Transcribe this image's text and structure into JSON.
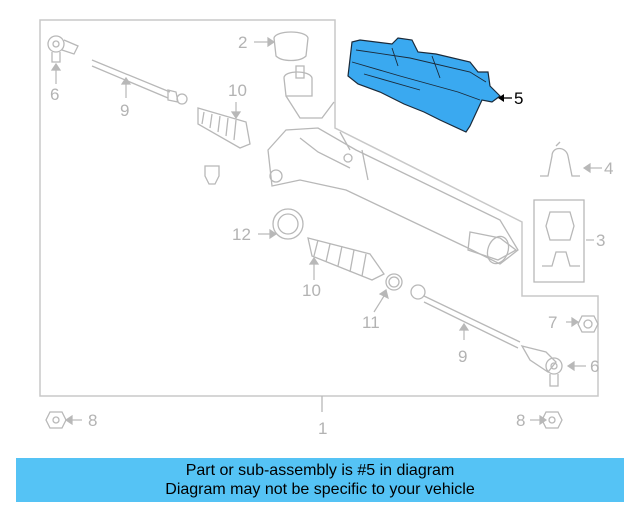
{
  "callouts": {
    "c1": "1",
    "c2": "2",
    "c3": "3",
    "c4": "4",
    "c5": "5",
    "c6a": "6",
    "c6b": "6",
    "c7": "7",
    "c8a": "8",
    "c8b": "8",
    "c9a": "9",
    "c9b": "9",
    "c10a": "10",
    "c10b": "10",
    "c11": "11",
    "c12": "12"
  },
  "highlighted_part": "5",
  "colors": {
    "highlight": "#3aa9f0",
    "line_art": "#b8b8b8",
    "banner": "#55c3f5"
  },
  "banner": {
    "line1": "Part or sub-assembly is #5 in diagram",
    "line2": "Diagram may not be specific to your vehicle"
  }
}
